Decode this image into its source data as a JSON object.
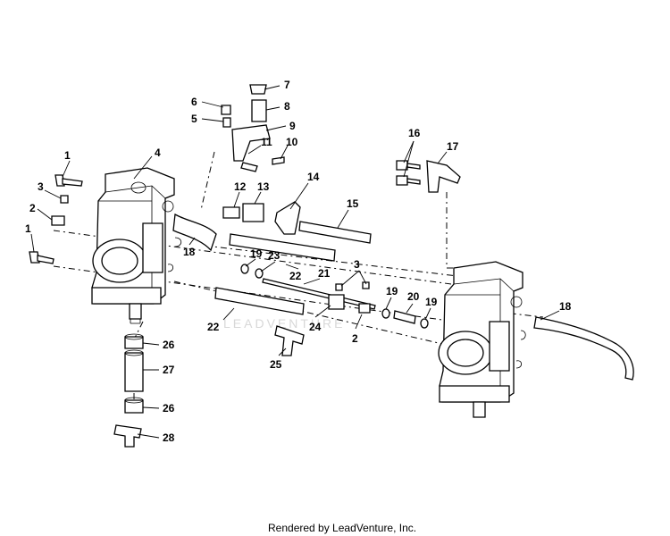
{
  "footer": {
    "text": "Rendered by LeadVenture, Inc."
  },
  "watermark": {
    "text": "LEADVENTURE"
  },
  "callouts": [
    {
      "id": "c1a",
      "label": "1"
    },
    {
      "id": "c1b",
      "label": "1"
    },
    {
      "id": "c2a",
      "label": "2"
    },
    {
      "id": "c2b",
      "label": "2"
    },
    {
      "id": "c3a",
      "label": "3"
    },
    {
      "id": "c3b",
      "label": "3"
    },
    {
      "id": "c4",
      "label": "4"
    },
    {
      "id": "c5",
      "label": "5"
    },
    {
      "id": "c6",
      "label": "6"
    },
    {
      "id": "c7",
      "label": "7"
    },
    {
      "id": "c8",
      "label": "8"
    },
    {
      "id": "c9",
      "label": "9"
    },
    {
      "id": "c10",
      "label": "10"
    },
    {
      "id": "c11",
      "label": "11"
    },
    {
      "id": "c12",
      "label": "12"
    },
    {
      "id": "c13",
      "label": "13"
    },
    {
      "id": "c14",
      "label": "14"
    },
    {
      "id": "c15",
      "label": "15"
    },
    {
      "id": "c16",
      "label": "16"
    },
    {
      "id": "c17",
      "label": "17"
    },
    {
      "id": "c18a",
      "label": "18"
    },
    {
      "id": "c18b",
      "label": "18"
    },
    {
      "id": "c19a",
      "label": "19"
    },
    {
      "id": "c19b",
      "label": "19"
    },
    {
      "id": "c19c",
      "label": "19"
    },
    {
      "id": "c20",
      "label": "20"
    },
    {
      "id": "c21",
      "label": "21"
    },
    {
      "id": "c22a",
      "label": "22"
    },
    {
      "id": "c22b",
      "label": "22"
    },
    {
      "id": "c23",
      "label": "23"
    },
    {
      "id": "c24",
      "label": "24"
    },
    {
      "id": "c25",
      "label": "25"
    },
    {
      "id": "c26a",
      "label": "26"
    },
    {
      "id": "c26b",
      "label": "26"
    },
    {
      "id": "c27",
      "label": "27"
    },
    {
      "id": "c28",
      "label": "28"
    }
  ]
}
